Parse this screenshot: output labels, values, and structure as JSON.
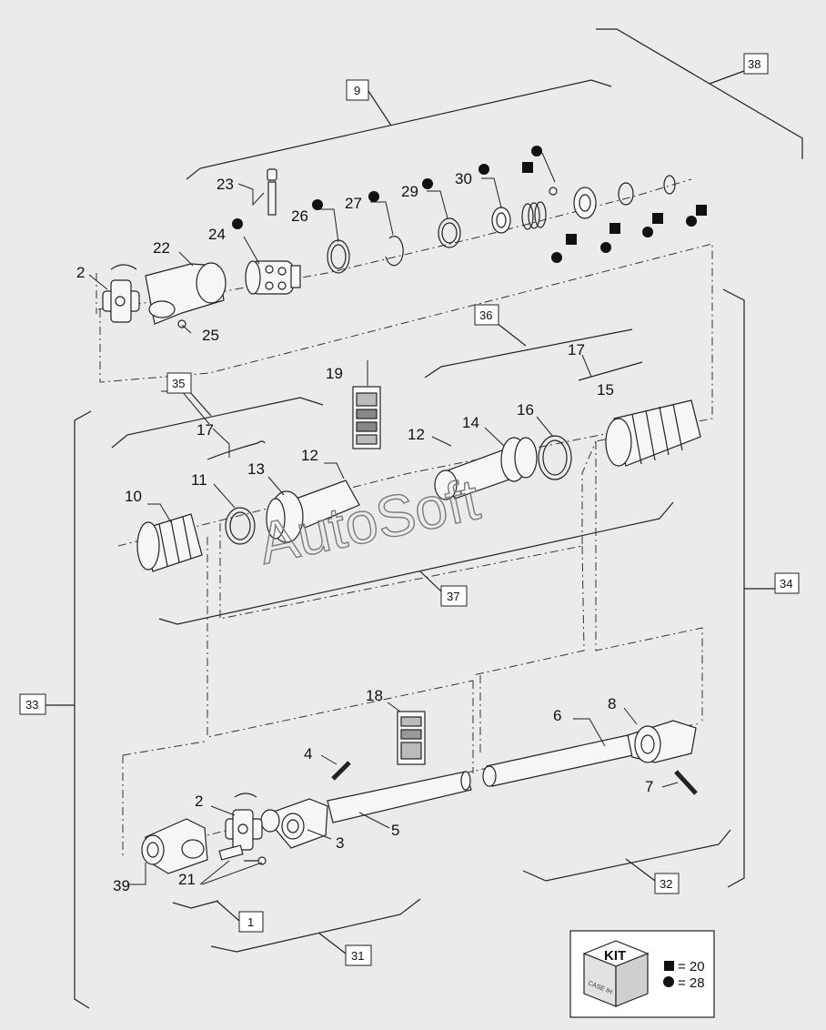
{
  "diagram": {
    "watermark": "AutoSoft",
    "callouts": {
      "c2a": "2",
      "c22": "22",
      "c23": "23",
      "c24": "24",
      "c25": "25",
      "c26": "26",
      "c27": "27",
      "c29": "29",
      "c30": "30",
      "c19": "19",
      "c17a": "17",
      "c17b": "17",
      "c15": "15",
      "c16": "16",
      "c14": "14",
      "c12a": "12",
      "c12b": "12",
      "c13": "13",
      "c11": "11",
      "c10": "10",
      "c18": "18",
      "c4": "4",
      "c2b": "2",
      "c3": "3",
      "c5": "5",
      "c39": "39",
      "c21": "21",
      "c6": "6",
      "c8": "8",
      "c7": "7"
    },
    "boxes": {
      "b9": "9",
      "b38": "38",
      "b36": "36",
      "b35": "35",
      "b37": "37",
      "b34": "34",
      "b33": "33",
      "b1": "1",
      "b31": "31",
      "b32": "32"
    }
  },
  "kit_legend": {
    "kit_label": "KIT",
    "square_value": "= 20",
    "circle_value": "= 28",
    "box_brand": "CASE IH"
  }
}
